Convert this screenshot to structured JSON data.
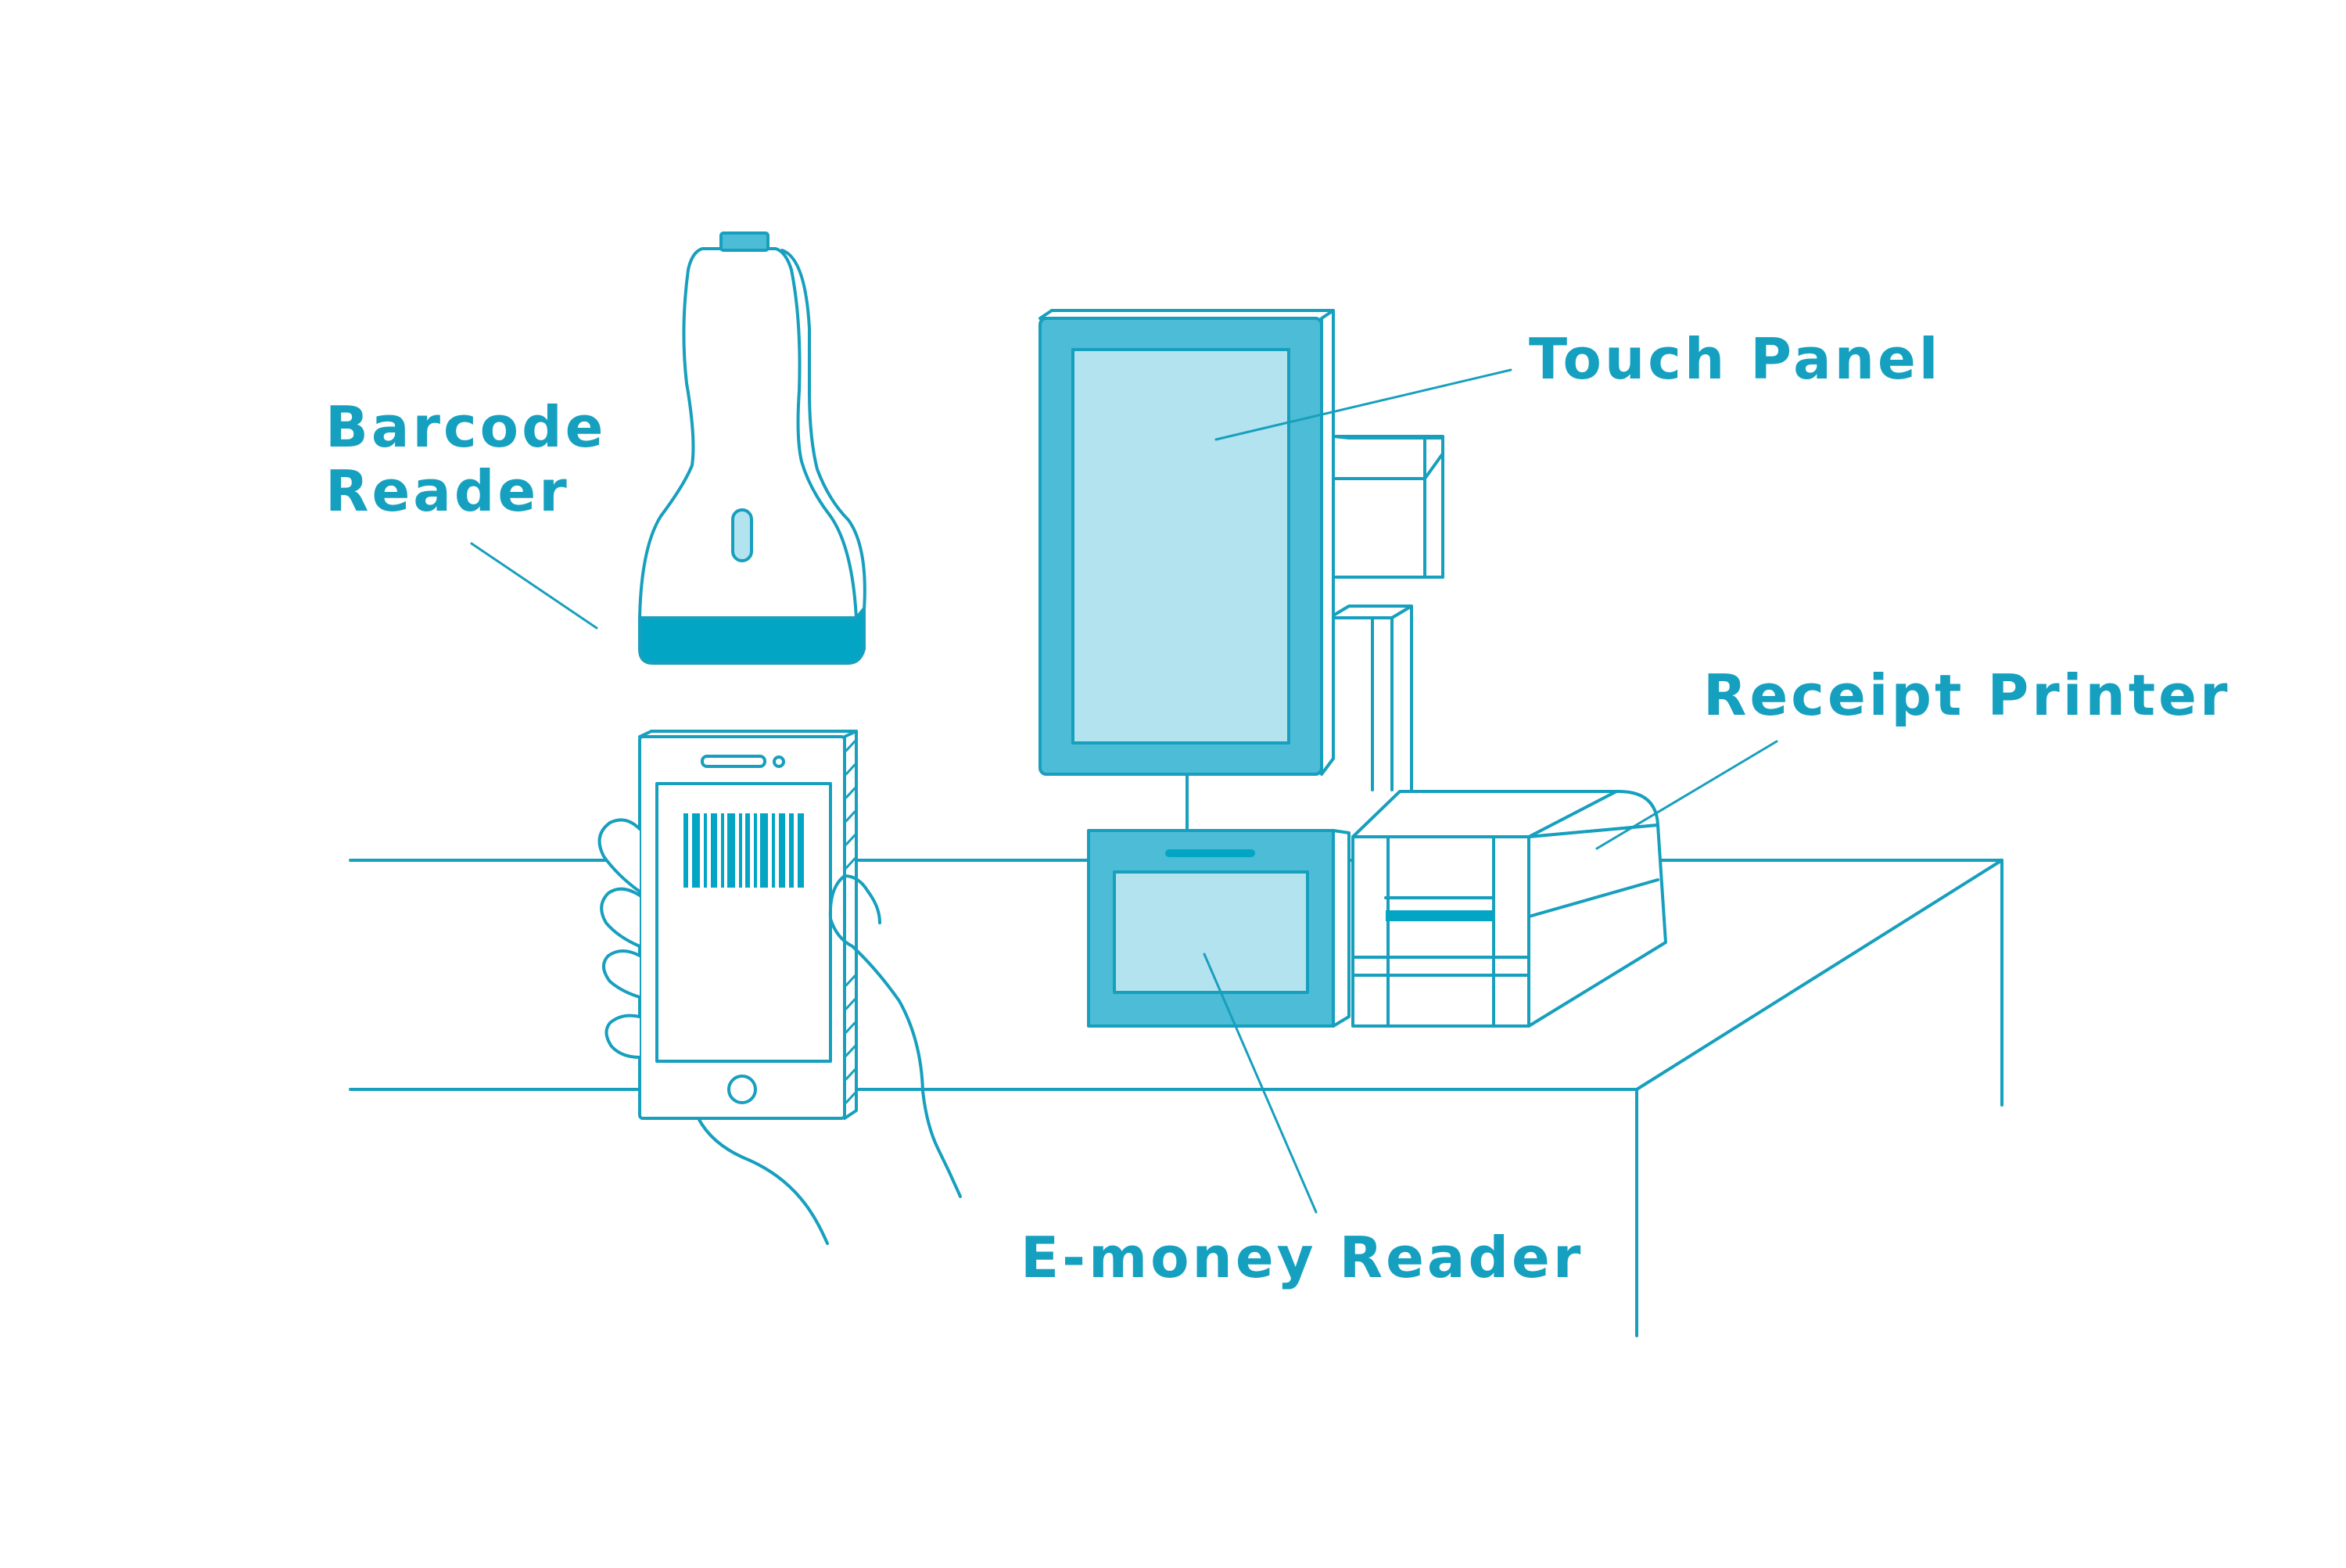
{
  "colors": {
    "line": "#179fbe",
    "fill_light": "#b3e3ee",
    "fill_mid": "#4dbcd6",
    "fill_dark": "#03a5c5",
    "label": "#16a0c0",
    "background": "#ffffff"
  },
  "labels": {
    "barcode_reader": {
      "line1": "Barcode",
      "line2": "Reader"
    },
    "touch_panel": "Touch Panel",
    "receipt_printer": "Receipt Printer",
    "emoney_reader": "E-money Reader"
  },
  "icons": {
    "barcode_reader": "handheld-scanner",
    "smartphone": "phone-with-barcode",
    "hand": "hand",
    "touch_panel": "kiosk-display",
    "emoney_reader": "payment-terminal",
    "receipt_printer": "receipt-printer",
    "counter": "counter-table"
  }
}
